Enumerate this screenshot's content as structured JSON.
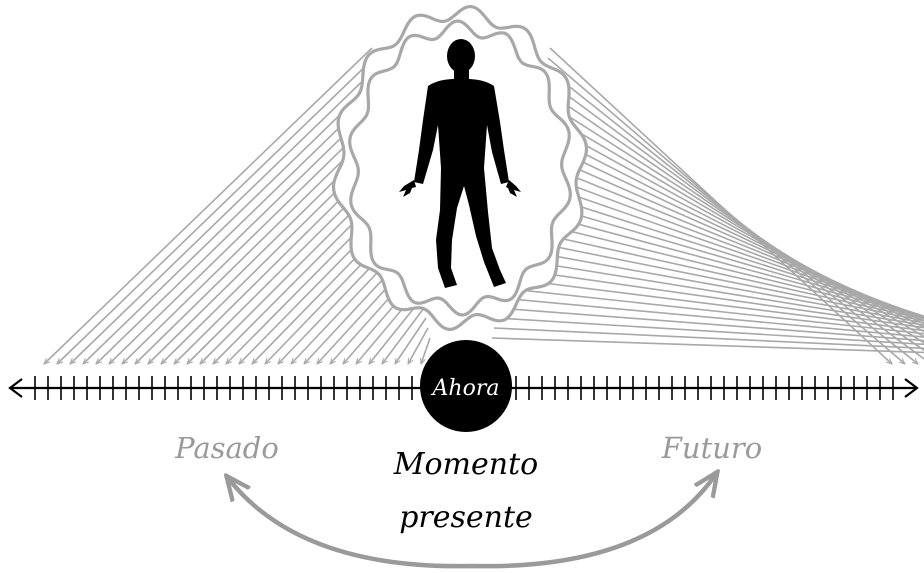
{
  "labels": {
    "now": "Ahora",
    "past": "Pasado",
    "future": "Futuro",
    "present_line1": "Momento",
    "present_line2": "presente"
  },
  "colors": {
    "ink": "#000000",
    "grey": "#9a9a9a",
    "light_grey": "#a8a8a8",
    "background": "#ffffff",
    "now_text": "#ffffff"
  },
  "icons": {
    "figure": "human-silhouette-icon",
    "aura": "wavy-aura-icon",
    "arrows": "converging-arrows"
  }
}
